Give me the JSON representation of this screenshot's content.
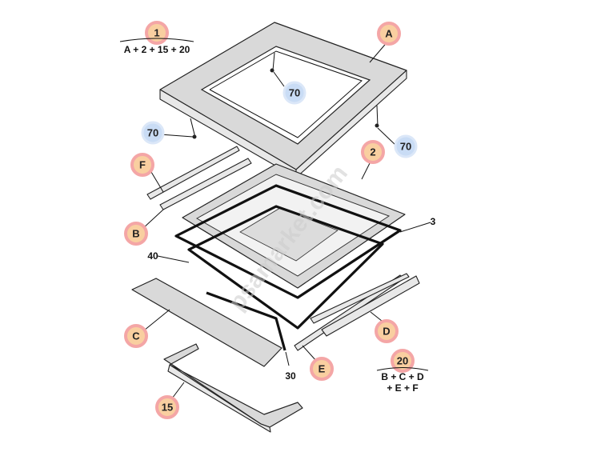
{
  "callouts": {
    "c1": "1",
    "cA": "A",
    "c70a": "70",
    "c70b": "70",
    "c70c": "70",
    "cF": "F",
    "c2": "2",
    "cB": "B",
    "cC": "C",
    "cD": "D",
    "cE": "E",
    "c20": "20",
    "c15": "15"
  },
  "labels": {
    "l3": "3",
    "l40": "40",
    "l30": "30"
  },
  "formulas": {
    "f1": "A + 2 + 15 + 20",
    "f20_line1": "B + C + D",
    "f20_line2": "+ E + F"
  },
  "watermark": "psamarket.com",
  "colors": {
    "callout_orange_fill": "#f9cfa0",
    "callout_orange_ring": "#f4a6a6",
    "callout_blue_fill": "#c9dcf5",
    "part_fill": "#d9d9d9"
  }
}
